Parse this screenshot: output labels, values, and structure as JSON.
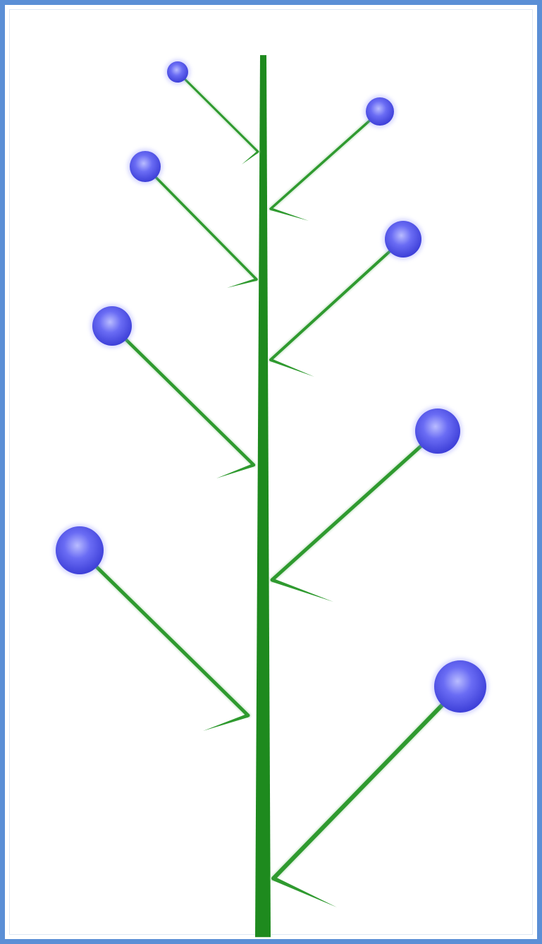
{
  "diagram": {
    "kind": "branching-plant-schematic",
    "branch_count": 8,
    "layout": "alternate",
    "colors": {
      "frame": "#5b8fd6",
      "stem": "#1e8a1e",
      "branch": "#2f9a2f",
      "flower": "#5a5cf0",
      "flower_highlight": "#b9bcff",
      "background": "#ffffff"
    }
  }
}
